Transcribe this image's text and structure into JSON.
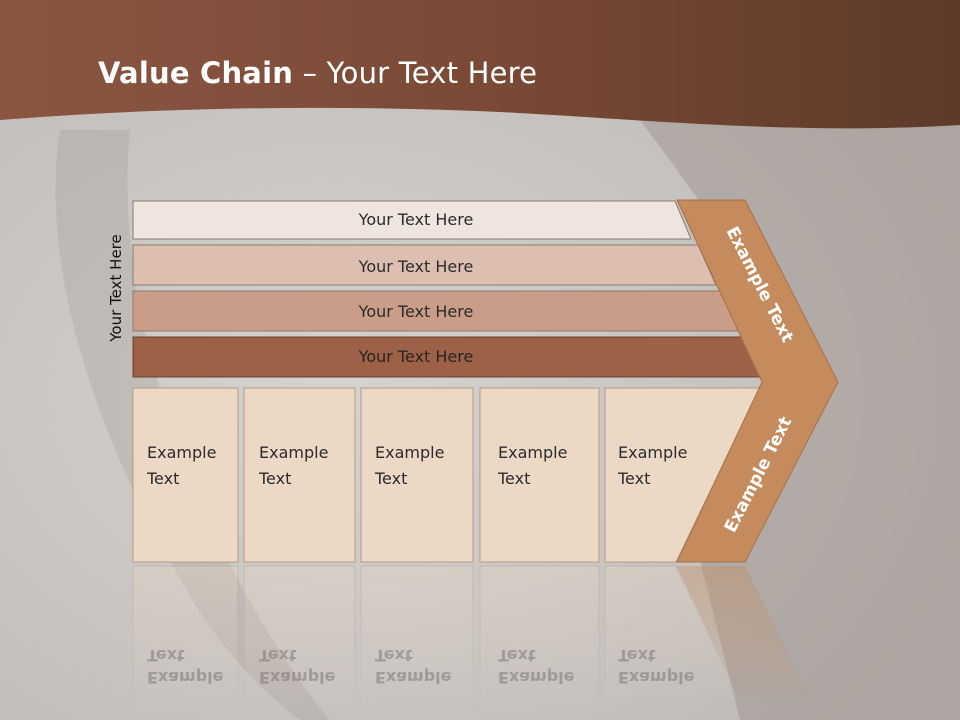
{
  "slide": {
    "title_bold": "Value Chain",
    "title_rest": " – Your Text Here",
    "side_label": "Your Text Here"
  },
  "support_rows": [
    {
      "label": "Your Text Here",
      "color": "#efe4de"
    },
    {
      "label": "Your Text Here",
      "color": "#dcbfb1"
    },
    {
      "label": "Your Text Here",
      "color": "#c99d88"
    },
    {
      "label": "Your Text Here",
      "color": "#9c6146"
    }
  ],
  "primary_cells": [
    {
      "line1": "Example",
      "line2": "Text"
    },
    {
      "line1": "Example",
      "line2": "Text"
    },
    {
      "line1": "Example",
      "line2": "Text"
    },
    {
      "line1": "Example",
      "line2": "Text"
    },
    {
      "line1": "Example",
      "line2": "Text"
    }
  ],
  "chevron": {
    "upper_text": "Example Text",
    "lower_text": "Example Text",
    "color": "#c58b5c"
  },
  "colors": {
    "header": "#6e4330",
    "cell": "#ecd9c5"
  }
}
